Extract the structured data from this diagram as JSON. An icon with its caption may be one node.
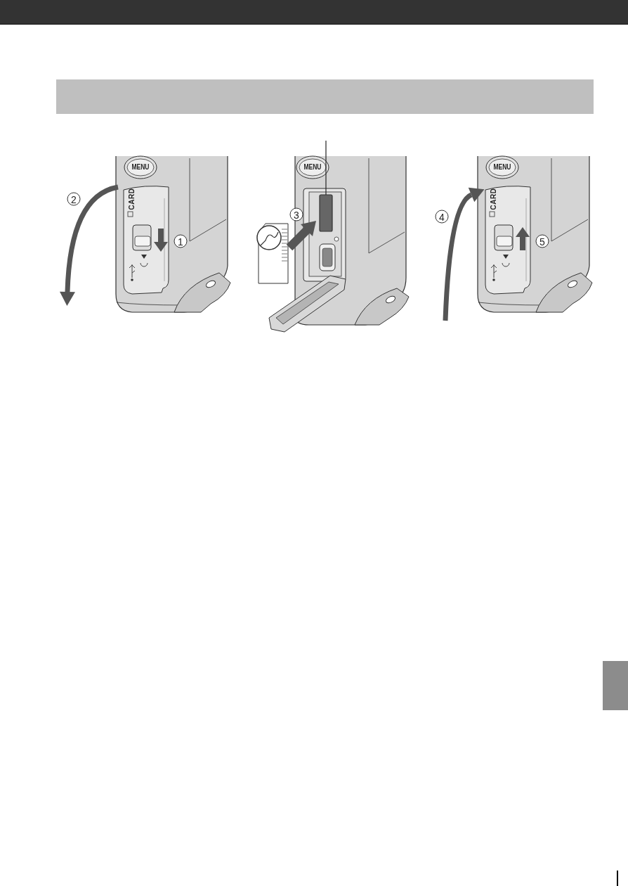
{
  "diagram": {
    "nodes": [
      {
        "text": [],
        "shape": "bar"
      },
      {
        "text": [],
        "shape": "box"
      }
    ],
    "edges": [
      {
        "from": null,
        "to": 1,
        "arrow": "none"
      }
    ],
    "labels": [
      "MENU",
      "2",
      "CARD",
      "1",
      "MENU",
      "3",
      "MENU",
      "4",
      "CARD",
      "5"
    ]
  }
}
